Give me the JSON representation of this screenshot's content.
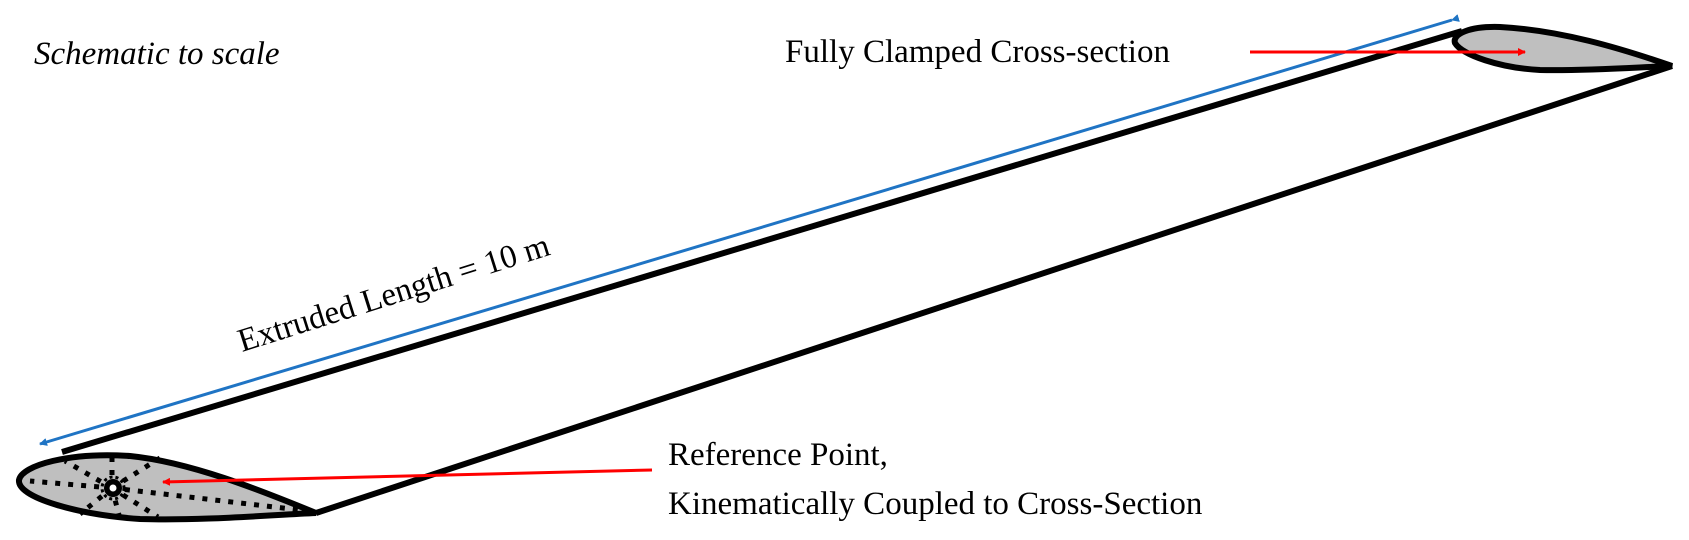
{
  "title": "Schematic to scale",
  "labels": {
    "clamped": "Fully Clamped Cross-section",
    "length": "Extruded Length = 10 m",
    "reference_line1": "Reference Point,",
    "reference_line2": "Kinematically Coupled to Cross-Section"
  },
  "colors": {
    "dimension_arrow": "#1f74c4",
    "pointer_arrow": "#ff0000",
    "section_fill": "#bfbfbf",
    "outline": "#000000"
  }
}
